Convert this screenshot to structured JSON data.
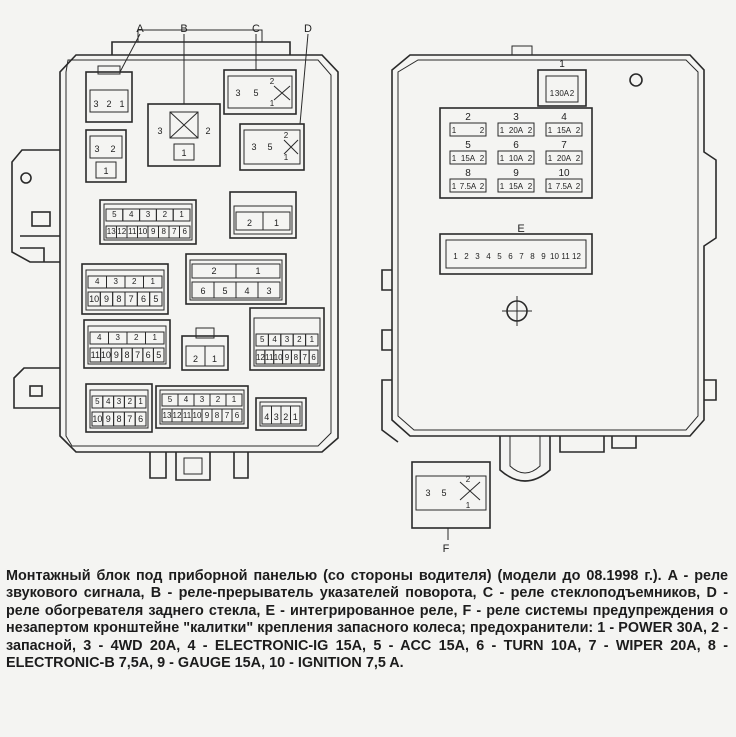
{
  "caption": "Монтажный блок под приборной панелью (со стороны водителя) (модели до 08.1998 г.). A - реле звукового сигнала, B - реле-прерыватель указателей поворота, C - реле стеклоподъемников, D - реле обогревателя заднего стекла, E - интегрированное реле, F - реле системы предупреждения о незапертом кронштейне \"калитки\" крепления запасного колеса; предохранители: 1 - POWER 30A, 2 - запасной, 3 - 4WD 20A, 4 - ELECTRONIC-IG 15A, 5 - ACC 15A, 6 - TURN 10A, 7 - WIPER 20A, 8 - ELECTRONIC-B 7,5A, 9 - GAUGE 15A, 10 - IGNITION 7,5 A.",
  "callouts": [
    "A",
    "B",
    "C",
    "D",
    "E",
    "F"
  ],
  "relays": {
    "A": [
      "3",
      "2",
      "1"
    ],
    "B": [
      "3",
      "2",
      "1"
    ],
    "C": [
      "3",
      "5",
      "2",
      "1"
    ],
    "D": [
      "3",
      "5",
      "2",
      "1"
    ],
    "F": [
      "3",
      "5",
      "2",
      "1"
    ]
  },
  "connectors": {
    "c1": {
      "top": [
        "5",
        "4",
        "3",
        "2",
        "1"
      ],
      "bottom": [
        "13",
        "12",
        "11",
        "10",
        "9",
        "8",
        "7",
        "6"
      ]
    },
    "c2": {
      "top": [
        "2",
        "1"
      ]
    },
    "c3": {
      "top": [
        "4",
        "3",
        "2",
        "1"
      ],
      "bottom": [
        "10",
        "9",
        "8",
        "7",
        "6",
        "5"
      ]
    },
    "c4": {
      "top": [
        "2",
        "1"
      ],
      "bottom": [
        "6",
        "5",
        "4",
        "3"
      ]
    },
    "c5": {
      "top": [
        "4",
        "3",
        "2",
        "1"
      ],
      "bottom": [
        "11",
        "10",
        "9",
        "8",
        "7",
        "6",
        "5"
      ]
    },
    "c6": {
      "top": [
        "2",
        "1"
      ]
    },
    "c7": {
      "top": [
        "5",
        "4",
        "3",
        "2",
        "1"
      ],
      "bottom": [
        "12",
        "11",
        "10",
        "9",
        "8",
        "7",
        "6"
      ]
    },
    "c8": {
      "top": [
        "5",
        "4",
        "3",
        "2",
        "1"
      ],
      "bottom": [
        "10",
        "9",
        "8",
        "7",
        "6"
      ]
    },
    "c9": {
      "top": [
        "5",
        "4",
        "3",
        "2",
        "1"
      ],
      "bottom": [
        "13",
        "12",
        "11",
        "10",
        "9",
        "8",
        "7",
        "6"
      ]
    },
    "c10": {
      "top": [
        "4",
        "3",
        "2",
        "1"
      ]
    }
  },
  "fuses": [
    {
      "num": "1",
      "amp": "30A"
    },
    {
      "num": "2",
      "amp": ""
    },
    {
      "num": "3",
      "amp": "20A"
    },
    {
      "num": "4",
      "amp": "15A"
    },
    {
      "num": "5",
      "amp": "15A"
    },
    {
      "num": "6",
      "amp": "10A"
    },
    {
      "num": "7",
      "amp": "20A"
    },
    {
      "num": "8",
      "amp": "7.5A"
    },
    {
      "num": "9",
      "amp": "15A"
    },
    {
      "num": "10",
      "amp": "7.5A"
    }
  ],
  "fuse_pins": [
    "1",
    "2"
  ],
  "relay_e_pins": [
    "1",
    "2",
    "3",
    "4",
    "5",
    "6",
    "7",
    "8",
    "9",
    "10",
    "11",
    "12"
  ]
}
